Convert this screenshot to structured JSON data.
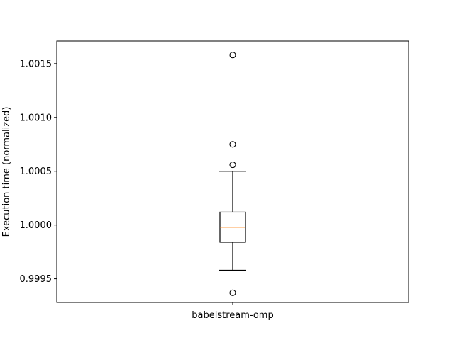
{
  "chart_data": {
    "type": "box",
    "title": "",
    "xlabel": "",
    "ylabel": "Execution time (normalized)",
    "categories": [
      "babelstream-omp"
    ],
    "ylim": [
      0.99928,
      1.00171
    ],
    "yticks": [
      "0.9995",
      "1.0000",
      "1.0005",
      "1.0010",
      "1.0015"
    ],
    "ytick_values": [
      0.9995,
      1.0,
      1.0005,
      1.001,
      1.0015
    ],
    "grid": false,
    "boxes": [
      {
        "category": "babelstream-omp",
        "whisker_low": 0.99958,
        "q1": 0.99984,
        "median": 0.99998,
        "q3": 1.00012,
        "whisker_high": 1.0005,
        "fliers": [
          0.99937,
          1.00056,
          1.00075,
          1.00158
        ]
      }
    ]
  },
  "colors": {
    "box": "#000000",
    "median": "#ff7f0e",
    "background": "#ffffff"
  }
}
